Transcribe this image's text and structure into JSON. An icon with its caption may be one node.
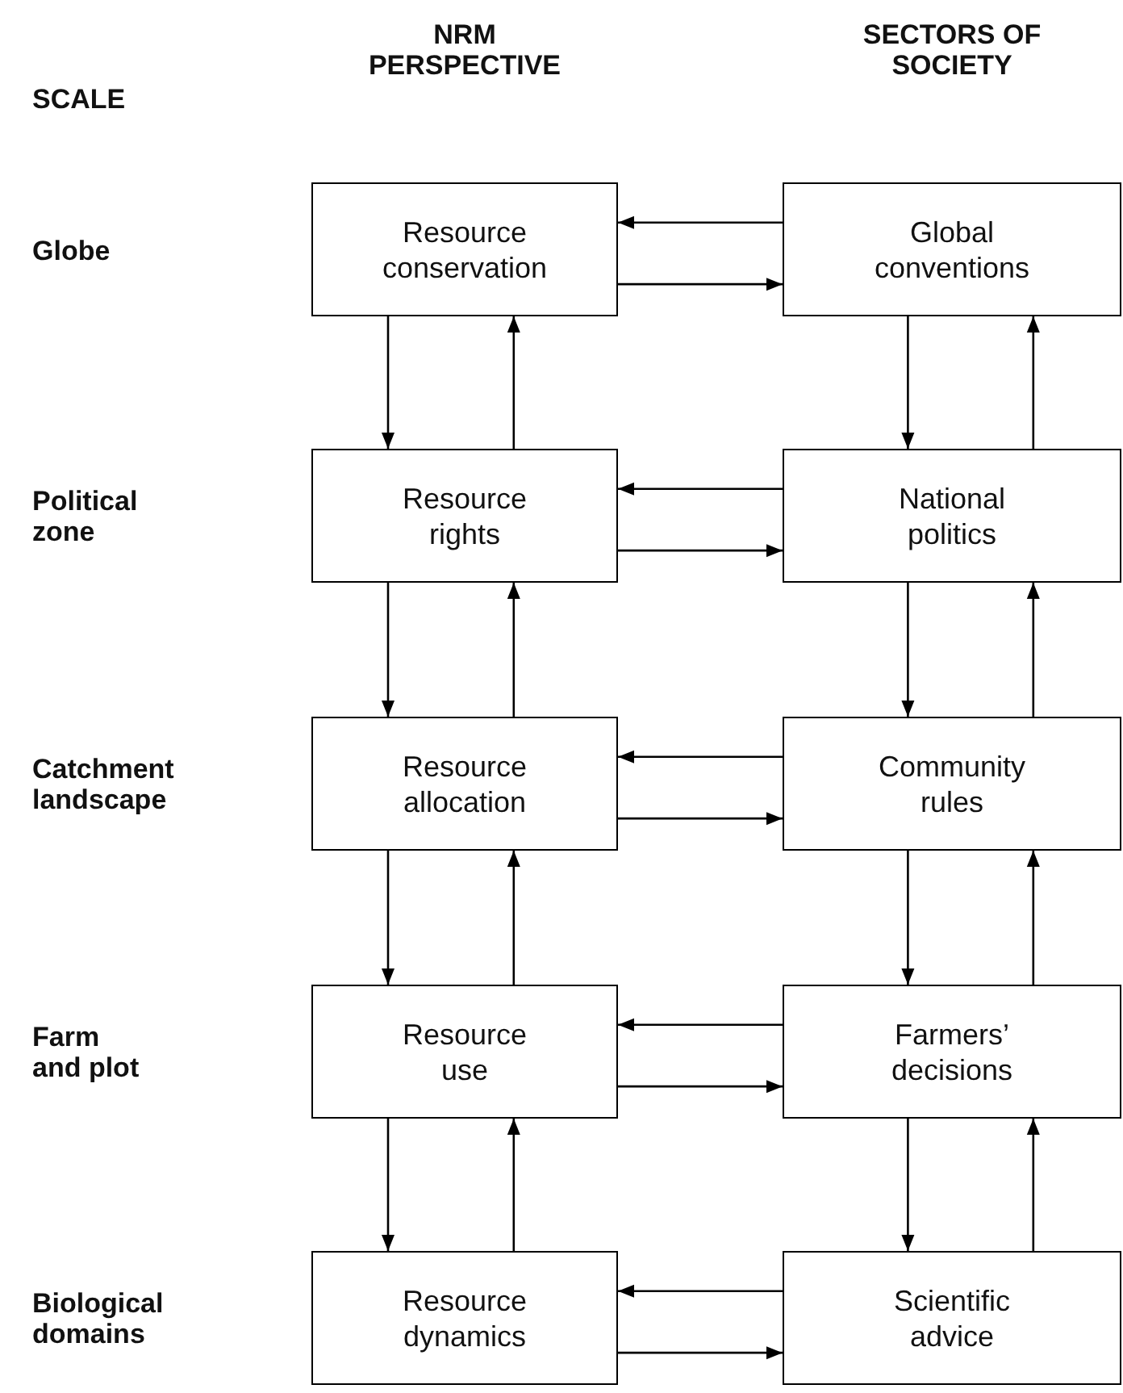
{
  "diagram": {
    "nodes": [
      {
        "text": [
          "Resource conservation"
        ]
      },
      {
        "text": [
          "Resource rights"
        ]
      },
      {
        "text": [
          "Resource allocation"
        ]
      },
      {
        "text": [
          "Resource use"
        ]
      },
      {
        "text": [
          "Resource dynamics"
        ]
      },
      {
        "text": [
          "Global conventions"
        ]
      },
      {
        "text": [
          "National politics"
        ]
      },
      {
        "text": [
          "Community rules"
        ]
      },
      {
        "text": [
          "Farmers’ decisions"
        ]
      },
      {
        "text": [
          "Scientific advice"
        ]
      }
    ],
    "edges": [
      {
        "from": 5,
        "to": 0,
        "arrow": "to"
      },
      {
        "from": 0,
        "to": 5,
        "arrow": "to"
      },
      {
        "from": 0,
        "to": 1,
        "arrow": "to"
      },
      {
        "from": 1,
        "to": 0,
        "arrow": "to"
      },
      {
        "from": 5,
        "to": 6,
        "arrow": "to"
      },
      {
        "from": 6,
        "to": 5,
        "arrow": "to"
      },
      {
        "from": 6,
        "to": 1,
        "arrow": "to"
      },
      {
        "from": 1,
        "to": 6,
        "arrow": "to"
      },
      {
        "from": 1,
        "to": 2,
        "arrow": "to"
      },
      {
        "from": 2,
        "to": 1,
        "arrow": "to"
      },
      {
        "from": 6,
        "to": 7,
        "arrow": "to"
      },
      {
        "from": 7,
        "to": 6,
        "arrow": "to"
      },
      {
        "from": 7,
        "to": 2,
        "arrow": "to"
      },
      {
        "from": 2,
        "to": 7,
        "arrow": "to"
      },
      {
        "from": 2,
        "to": 3,
        "arrow": "to"
      },
      {
        "from": 3,
        "to": 2,
        "arrow": "to"
      },
      {
        "from": 7,
        "to": 8,
        "arrow": "to"
      },
      {
        "from": 8,
        "to": 7,
        "arrow": "to"
      },
      {
        "from": 8,
        "to": 3,
        "arrow": "to"
      },
      {
        "from": 3,
        "to": 8,
        "arrow": "to"
      },
      {
        "from": 3,
        "to": 4,
        "arrow": "to"
      },
      {
        "from": 4,
        "to": 3,
        "arrow": "to"
      },
      {
        "from": 8,
        "to": 9,
        "arrow": "to"
      },
      {
        "from": 9,
        "to": 8,
        "arrow": "to"
      },
      {
        "from": 9,
        "to": 4,
        "arrow": "to"
      },
      {
        "from": 4,
        "to": 9,
        "arrow": "to"
      }
    ],
    "labels": [
      "SCALE",
      "NRM PERSPECTIVE",
      "SECTORS OF SOCIETY",
      "Globe",
      "Political zone",
      "Catchment landscape",
      "Farm and plot",
      "Biological domains"
    ]
  }
}
